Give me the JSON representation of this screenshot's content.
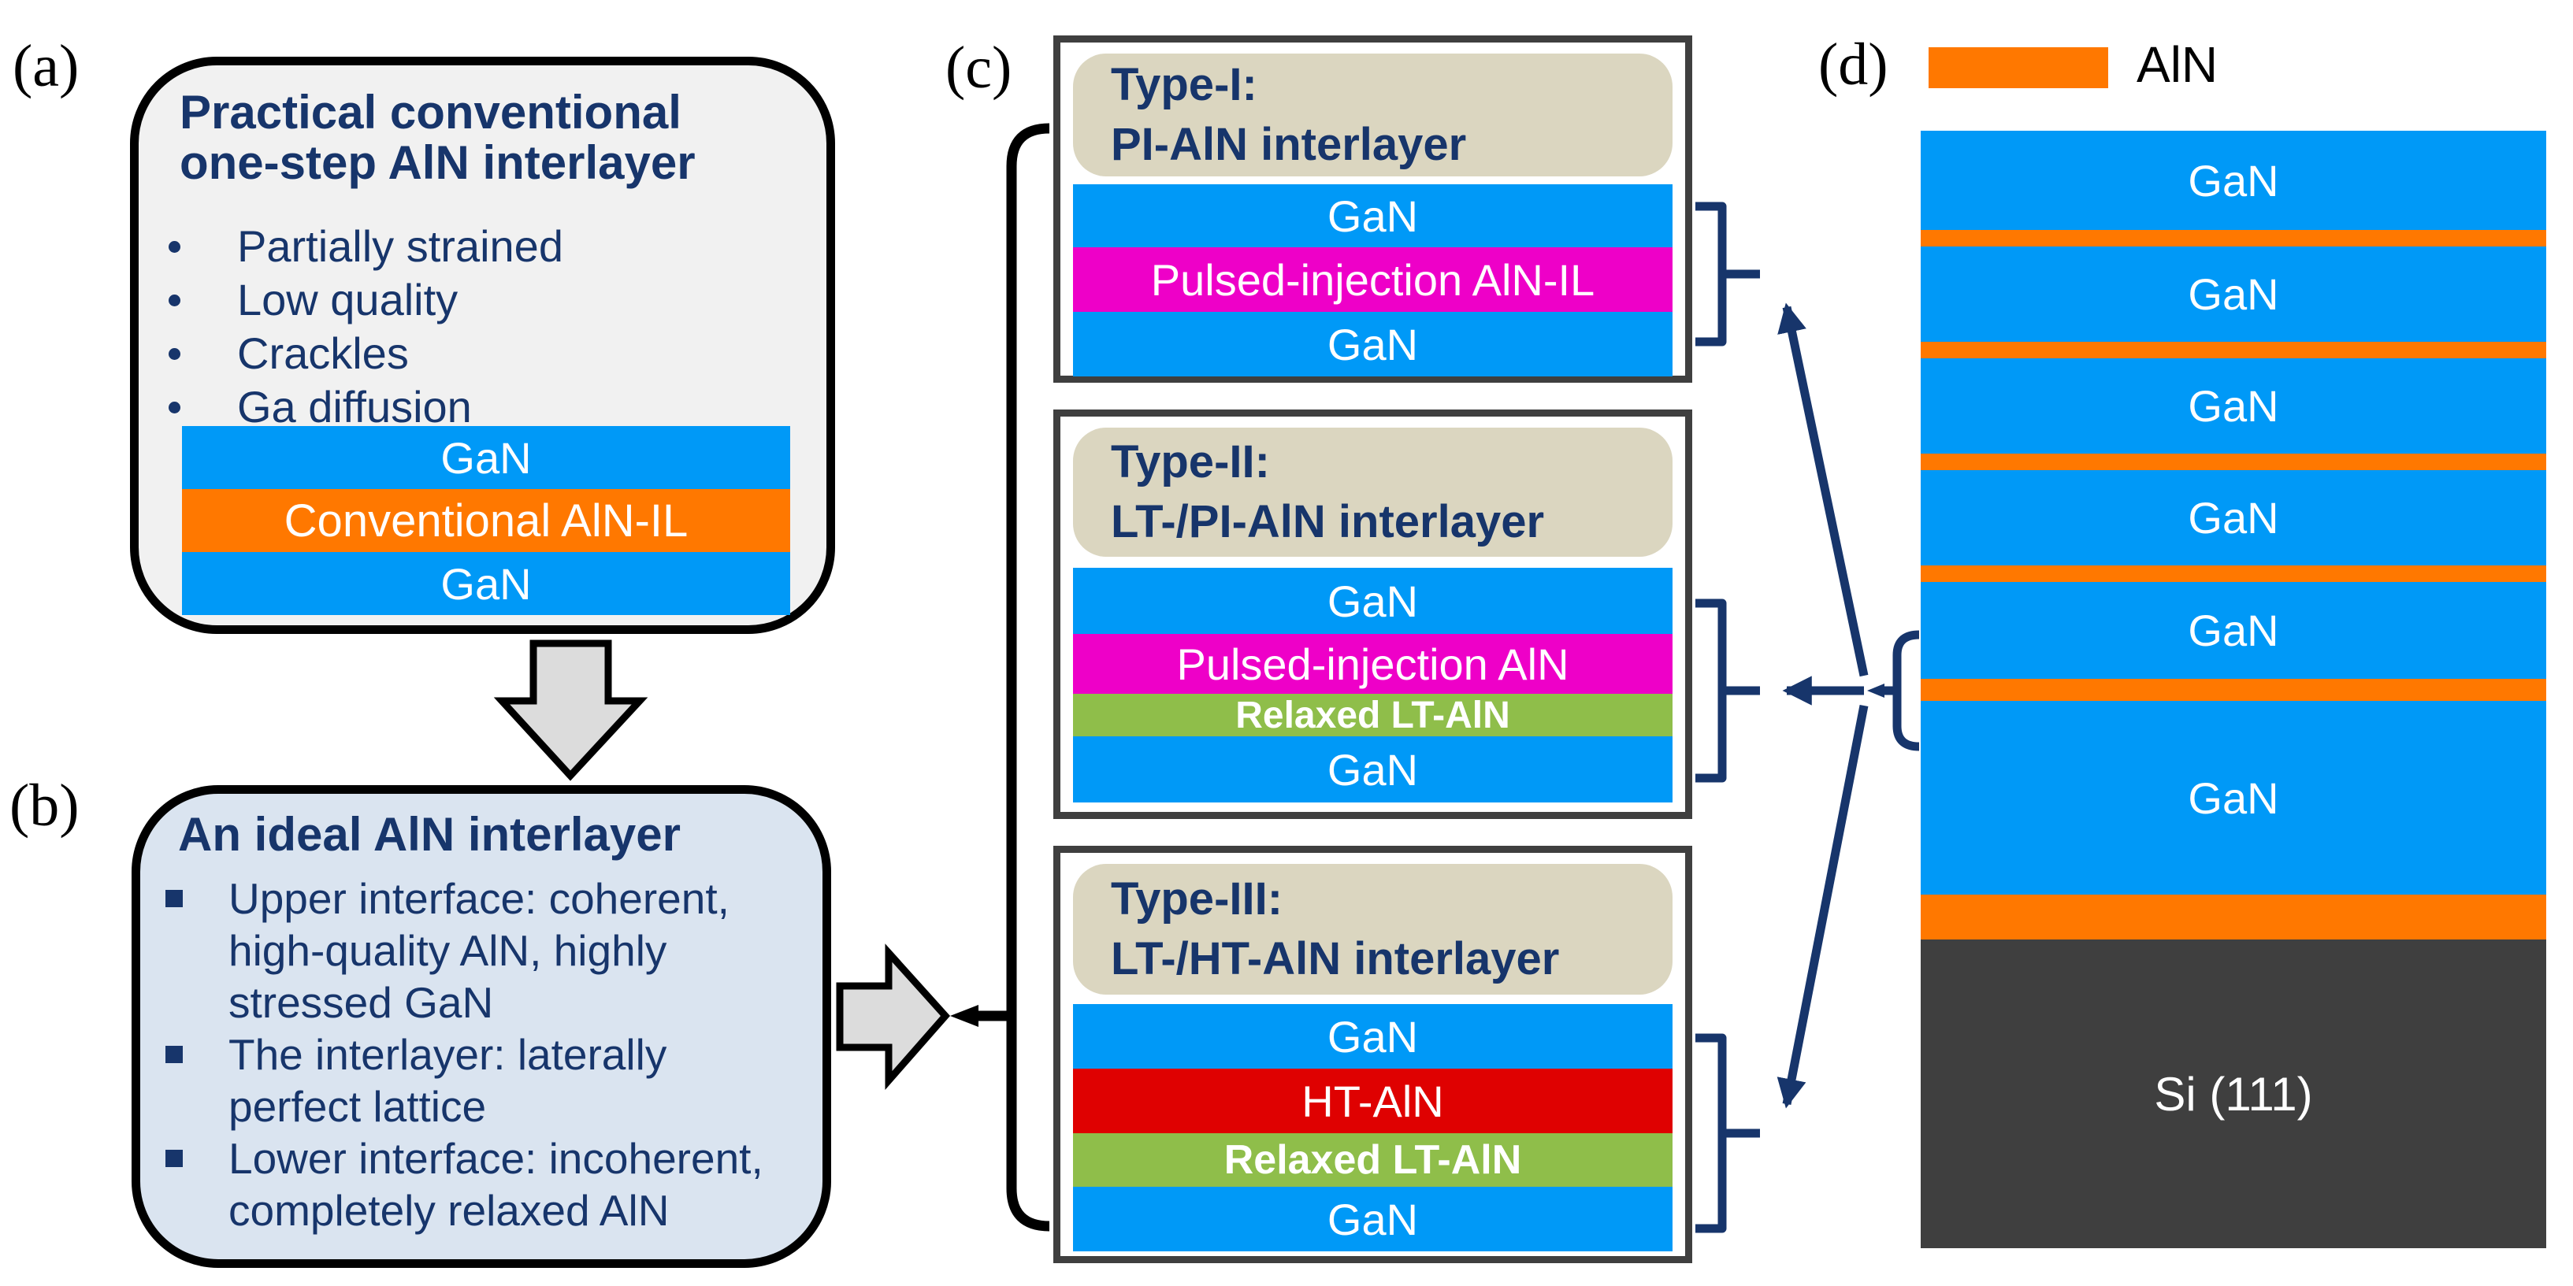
{
  "panel_a": {
    "label": "(a)",
    "title": "Practical conventional\none-step AlN interlayer",
    "bullets": [
      "Partially strained",
      "Low quality",
      "Crackles",
      "Ga diffusion"
    ],
    "stack": [
      {
        "name": "gan-top",
        "label": "GaN",
        "color": "#0099F7"
      },
      {
        "name": "conventional-aln-il",
        "label": "Conventional AlN-IL",
        "color": "#FF7800"
      },
      {
        "name": "gan-bottom",
        "label": "GaN",
        "color": "#0099F7"
      }
    ]
  },
  "panel_b": {
    "label": "(b)",
    "title": "An ideal AlN interlayer",
    "bullets": [
      "Upper interface: coherent,\nhigh-quality AlN, highly\nstressed GaN",
      "The interlayer: laterally\nperfect lattice",
      "Lower interface: incoherent,\ncompletely relaxed AlN"
    ]
  },
  "panel_c": {
    "label": "(c)",
    "types": [
      {
        "title": "Type-I:\nPI-AlN interlayer",
        "layers": [
          {
            "label": "GaN",
            "color": "#0099F7"
          },
          {
            "label": "Pulsed-injection AlN-IL",
            "color": "#EE00C8"
          },
          {
            "label": "GaN",
            "color": "#0099F7"
          }
        ]
      },
      {
        "title": "Type-II:\nLT-/PI-AlN interlayer",
        "layers": [
          {
            "label": "GaN",
            "color": "#0099F7"
          },
          {
            "label": "Pulsed-injection AlN",
            "color": "#EE00C8"
          },
          {
            "label": "Relaxed LT-AlN",
            "color": "#8FBE4A"
          },
          {
            "label": "GaN",
            "color": "#0099F7"
          }
        ]
      },
      {
        "title": "Type-III:\nLT-/HT-AlN interlayer",
        "layers": [
          {
            "label": "GaN",
            "color": "#0099F7"
          },
          {
            "label": "HT-AlN",
            "color": "#DF0101"
          },
          {
            "label": "Relaxed LT-AlN",
            "color": "#8FBE4A"
          },
          {
            "label": "GaN",
            "color": "#0099F7"
          }
        ]
      }
    ]
  },
  "panel_d": {
    "label": "(d)",
    "legend": {
      "label": "AlN",
      "swatch_color": "#FF7800"
    },
    "gan_labels": [
      "GaN",
      "GaN",
      "GaN",
      "GaN",
      "GaN",
      "GaN"
    ],
    "substrate_label": "Si (111)"
  },
  "colors": {
    "gan_blue": "#0099F7",
    "aln_orange": "#FF7800",
    "pi_aln_magenta": "#EE00C8",
    "lt_aln_green": "#8FBE4A",
    "ht_aln_red": "#DF0101",
    "header_beige": "#DBD6C0",
    "navy": "#17356B",
    "si_gray": "#3F3F3F",
    "panel_a_bg": "#F1F1F1",
    "panel_b_bg": "#DAE4F0"
  }
}
